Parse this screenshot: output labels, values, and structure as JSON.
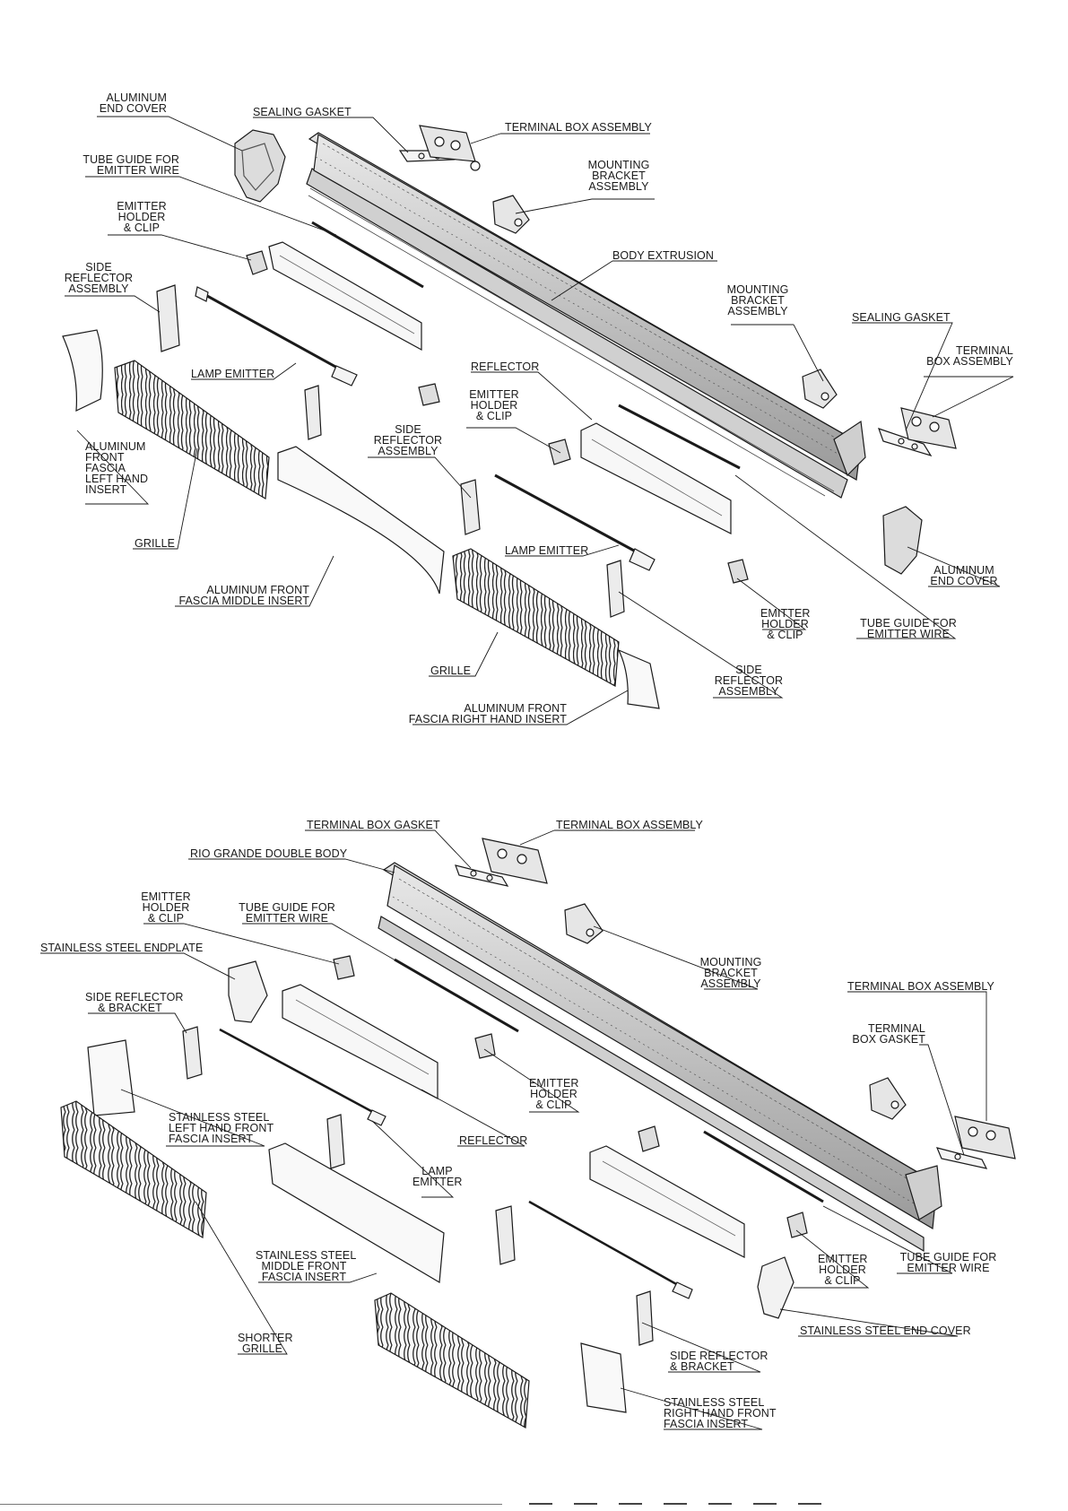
{
  "diagram_1": {
    "labels": {
      "aluminum_end_cover_left": "ALUMINUM\nEND COVER",
      "sealing_gasket_top": "SEALING GASKET",
      "terminal_box_assembly_top": "TERMINAL BOX ASSEMBLY",
      "tube_guide_left": "TUBE GUIDE FOR\nEMITTER WIRE",
      "mounting_bracket_top": "MOUNTING\nBRACKET\nASSEMBLY",
      "emitter_holder_left": "EMITTER\nHOLDER\n& CLIP",
      "body_extrusion": "BODY EXTRUSION",
      "side_reflector_left": "SIDE\nREFLECTOR\nASSEMBLY",
      "mounting_bracket_right": "MOUNTING\nBRACKET\nASSEMBLY",
      "sealing_gasket_right": "SEALING GASKET",
      "terminal_box_assembly_right": "TERMINAL\nBOX ASSEMBLY",
      "lamp_emitter_left": "LAMP EMITTER",
      "reflector": "REFLECTOR",
      "emitter_holder_mid": "EMITTER\nHOLDER\n& CLIP",
      "aluminum_front_fascia_lh": "ALUMINUM\nFRONT\nFASCIA\nLEFT HAND\nINSERT",
      "side_reflector_mid": "SIDE\nREFLECTOR\nASSEMBLY",
      "grille_left": "GRILLE",
      "lamp_emitter_mid": "LAMP EMITTER",
      "aluminum_end_cover_right": "ALUMINUM\nEND COVER",
      "aluminum_front_fascia_middle": "ALUMINUM FRONT\nFASCIA MIDDLE INSERT",
      "emitter_holder_right": "EMITTER\nHOLDER\n& CLIP",
      "tube_guide_right": "TUBE GUIDE FOR\nEMITTER WIRE",
      "grille_bottom": "GRILLE",
      "side_reflector_right": "SIDE\nREFLECTOR\nASSEMBLY",
      "aluminum_front_fascia_rh": "ALUMINUM FRONT\nFASCIA RIGHT HAND INSERT"
    }
  },
  "diagram_2": {
    "labels": {
      "terminal_box_gasket_top": "TERMINAL BOX GASKET",
      "terminal_box_assembly_top": "TERMINAL BOX ASSEMBLY",
      "rio_grande_double_body": "RIO GRANDE DOUBLE BODY",
      "emitter_holder_left": "EMITTER\nHOLDER\n& CLIP",
      "tube_guide_left": "TUBE GUIDE FOR\nEMITTER WIRE",
      "stainless_steel_endplate": "STAINLESS STEEL ENDPLATE",
      "mounting_bracket": "MOUNTING\nBRACKET\nASSEMBLY",
      "terminal_box_assembly_right": "TERMINAL BOX ASSEMBLY",
      "side_reflector_bracket_left": "SIDE REFLECTOR\n& BRACKET",
      "terminal_box_gasket_right": "TERMINAL\nBOX GASKET",
      "emitter_holder_mid": "EMITTER\nHOLDER\n& CLIP",
      "stainless_lh_fascia": "STAINLESS STEEL\nLEFT HAND FRONT\nFASCIA INSERT",
      "reflector": "REFLECTOR",
      "lamp_emitter": "LAMP\nEMITTER",
      "emitter_holder_right": "EMITTER\nHOLDER\n& CLIP",
      "tube_guide_right": "TUBE GUIDE FOR\nEMITTER WIRE",
      "stainless_middle_fascia": "STAINLESS STEEL\nMIDDLE FRONT\nFASCIA INSERT",
      "stainless_end_cover": "STAINLESS STEEL END COVER",
      "shorter_grille": "SHORTER\nGRILLE",
      "side_reflector_bracket_right": "SIDE REFLECTOR\n& BRACKET",
      "stainless_rh_fascia": "STAINLESS STEEL\nRIGHT HAND FRONT\nFASCIA INSERT"
    }
  },
  "colors": {
    "line": "#1a1a1a",
    "part_fill": "#f4f4f4",
    "shade": "#c9c9c9"
  }
}
